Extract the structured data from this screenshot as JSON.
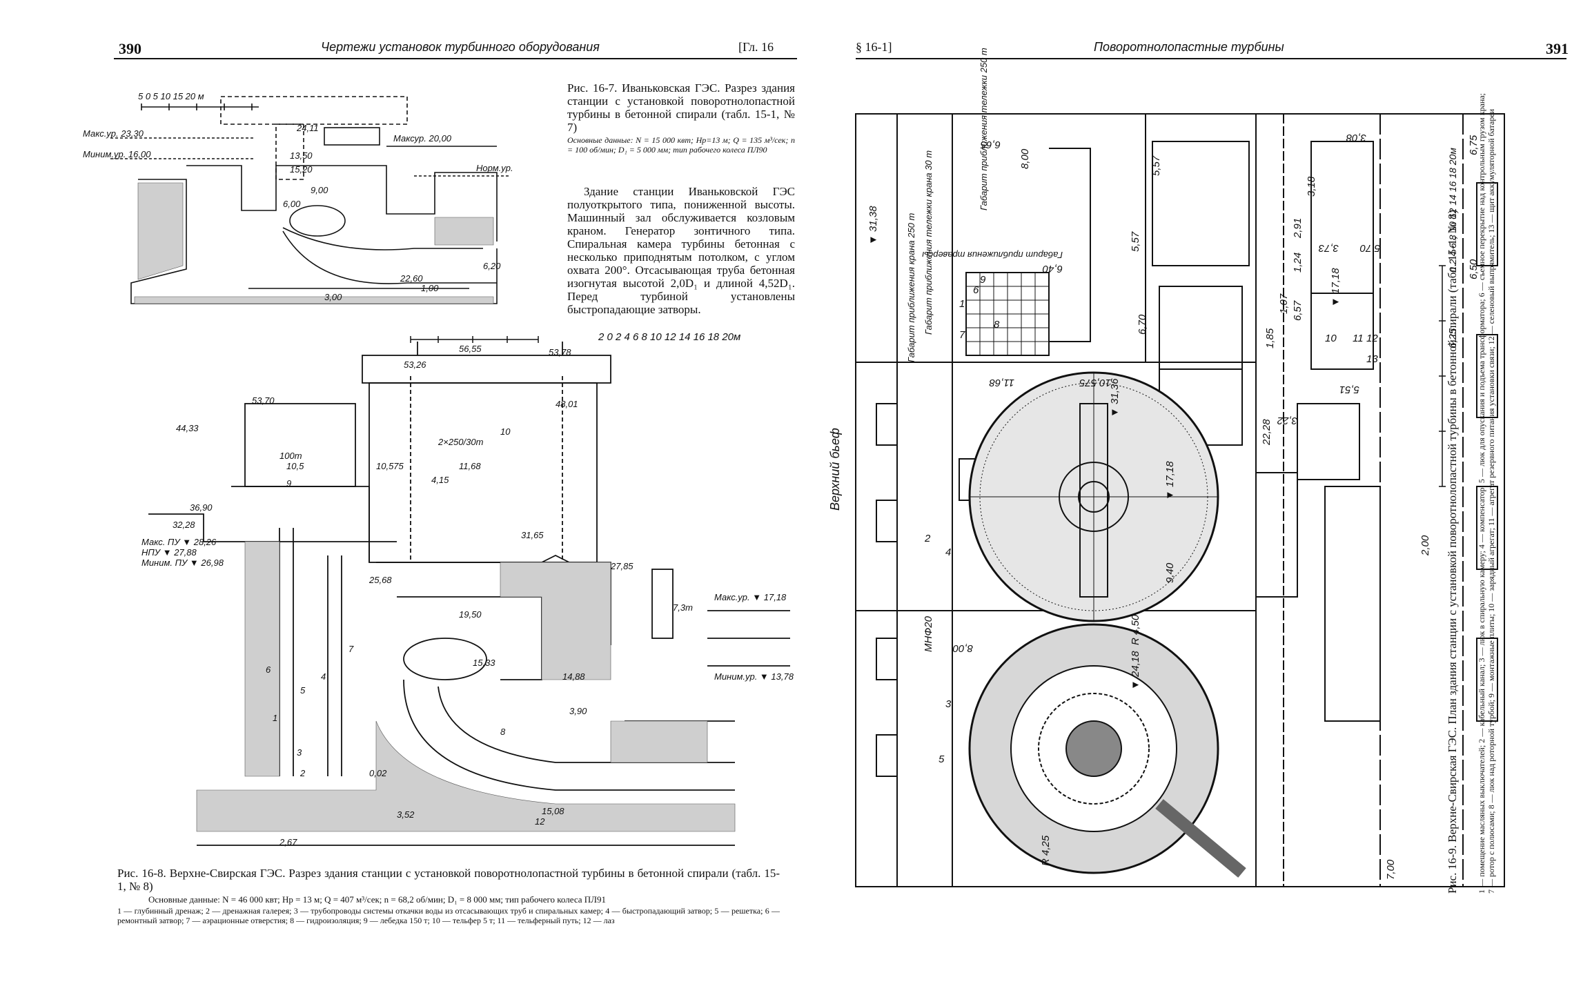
{
  "left_page": {
    "page_number": "390",
    "running_title": "Чертежи установок турбинного оборудования",
    "chapter_ref": "[Гл. 16",
    "fig7": {
      "caption": "Рис. 16-7. Иваньковская ГЭС. Разрез здания станции с установкой поворотнолопастной турбины в бетонной спирали (табл. 15-1, № 7)",
      "basic_data": "Основные данные: N = 15 000 квт; Hр=13 м; Q = 135 м³/сек; n = 100 об/мин; D₁ = 5 000 мм; тип рабочего колеса ПЛ90",
      "scale_label": "5  0  5  10  15  20 м",
      "labels": {
        "max_level": "Макс.ур. 23,30",
        "min_level": "Миним.ур. 16,00",
        "max_level_tail": "Максур. 20,00",
        "norm_level": "Норм.ур.",
        "el_2411": "24,11",
        "el_1350": "13,50",
        "el_900": "9,00",
        "el_600": "6,00",
        "el_300": "3,00",
        "el_2260": "22,60",
        "el_620": "6,20",
        "el_100": "1,00",
        "el_1520": "15,20"
      }
    },
    "fig7_text": "Здание станции Иваньковской ГЭС полуоткрытого типа, пониженной высоты. Машинный зал обслуживается козловым краном. Генератор зонтичного типа. Спиральная камера турбины бетонная с несколько приподнятым потолком, с углом охвата 200°. Отсасывающая труба бетонная изогнутая высотой 2,0D₁ и длиной 4,52D₁. Перед турбиной установлены быстропадающие затворы.",
    "fig8": {
      "caption": "Рис. 16-8. Верхне-Свирская ГЭС. Разрез здания станции с установкой поворотнолопастной турбины в бетонной спирали (табл. 15-1, № 8)",
      "basic_data": "Основные данные: N = 46 000 квт; Hр = 13 м; Q = 407 м³/сек; n = 68,2 об/мин; D₁ = 8 000 мм; тип рабочего колеса ПЛ91",
      "legend": "1 — глубинный дренаж; 2 — дренажная галерея; 3 — трубопроводы системы откачки воды из отсасывающих труб и спиральных камер; 4 — быстропадающий затвор; 5 — решетка; 6 — ремонтный затвор; 7 — аэрационные отверстия; 8 — гидроизоляция; 9 — лебедка 150 т; 10 — тельфер 5 т; 11 — тельферный путь; 12 — лаз",
      "scale_label": "2 0 2 4 6 8 10 12 14 16 18 20м",
      "labels": {
        "el_5655": "56,55",
        "el_5378": "53,78",
        "el_5326": "53,26",
        "el_5370": "53,70",
        "el_4433": "44,33",
        "el_4801": "48,01",
        "crane": "2×250/30т",
        "crane_10": "10",
        "el_100m": "100т",
        "el_105": "10,5",
        "el_9": "9",
        "dim_10575": "10,575",
        "dim_1168": "11,68",
        "dim_415": "4,15",
        "el_3690": "36,90",
        "el_3228": "32,28",
        "max_nu": "Макс. ПУ ▼ 28,26",
        "npu": "НПУ ▼ 27,88",
        "min_nu": "Миним. ПУ ▼ 26,98",
        "el_3165": "31,65",
        "el_2785": "27,85",
        "el_2568": "25,68",
        "el_1950": "19,50",
        "el_1533": "15,33",
        "el_1488": "14,88",
        "el_390": "3,90",
        "el_1718": "17,18",
        "max_tail": "Макс.ур. ▼ 17,18",
        "min_tail": "Миним.ур. ▼ 13,78",
        "el_002": "0,02",
        "el_352": "3,52",
        "el_1508": "15,08",
        "el_267": "2,67",
        "el_73m": "7,3т",
        "n1": "1",
        "n2": "2",
        "n3": "3",
        "n4": "4",
        "n5": "5",
        "n6": "6",
        "n7": "7",
        "n8": "8",
        "n12": "12"
      }
    }
  },
  "right_page": {
    "page_number": "391",
    "section_ref": "§ 16-1]",
    "running_title": "Поворотнолопастные турбины",
    "fig9": {
      "caption": "Рис. 16-9. Верхне-Свирская ГЭС. План здания станции с установкой поворотнолопастной турбины в бетонной спирали (табл. 15-1, № 8)",
      "legend": "1 — помещение масляных выключателей; 2 — кабельный канал; 3 — люк в спиральную камеру; 4 — компенсатор; 5 — люк для опускания и подъема трансформатора; 6 — съемное перекрытие над контрольным грузом крана; 7 — ротор с полюсами; 8 — люк над роторной турбой; 9 — монтажные плиты; 10 — зарядный агрегат; 11 — агрегат резервного питания установки связи; 12 — селеновый выпрямитель; 13 — щит аккумуляторной батареи",
      "upper_pool": "Верхний бьеф",
      "labels": {
        "el_3138": "▼ 31,38",
        "el_3136": "▼ 31,36",
        "el_1718": "▼ 17,18",
        "el_2418": "▼ 24,18",
        "dim_665": "6,65",
        "dim_800": "8,00",
        "dim_557a": "5,57",
        "dim_557b": "5,57",
        "dim_308": "3,08",
        "dim_318": "3,18",
        "dim_291": "2,91",
        "dim_124": "1,24",
        "dim_373": "3,73",
        "dim_570": "5,70",
        "dim_640": "6,40",
        "dim_1168": "11,68",
        "dim_10575": "10,575",
        "dim_670": "6,70",
        "dim_185": "1,85",
        "dim_107": "1,07",
        "dim_657": "6,57",
        "dim_551": "5,51",
        "dim_322": "3,22",
        "dim_2228": "22,28",
        "dim_940": "9,40",
        "dim_800b": "8,00",
        "dim_675": "6,75",
        "dim_650": "6,50",
        "dim_625": "6,25",
        "dim_200": "2,00",
        "dim_700": "7,00",
        "r_450": "R 4,50",
        "r_425": "R 4,25",
        "mnf20": "МНФ20",
        "gab1": "Габарит приближения крана 250 т",
        "gab2": "Габарит приближения тележки крана 30 т",
        "gab3": "Габарит приближения тележки 250 т",
        "gab4": "Габарит приближения траверсы",
        "scale_label": "0 2 4 6 8 10 12 14 16 18 20м",
        "n1": "1",
        "n2": "2",
        "n3": "3",
        "n4": "4",
        "n5": "5",
        "n6": "6",
        "n7": "7",
        "n8": "8",
        "n9": "9",
        "n10": "10",
        "n11": "11",
        "n12": "12",
        "n13": "13"
      }
    }
  }
}
